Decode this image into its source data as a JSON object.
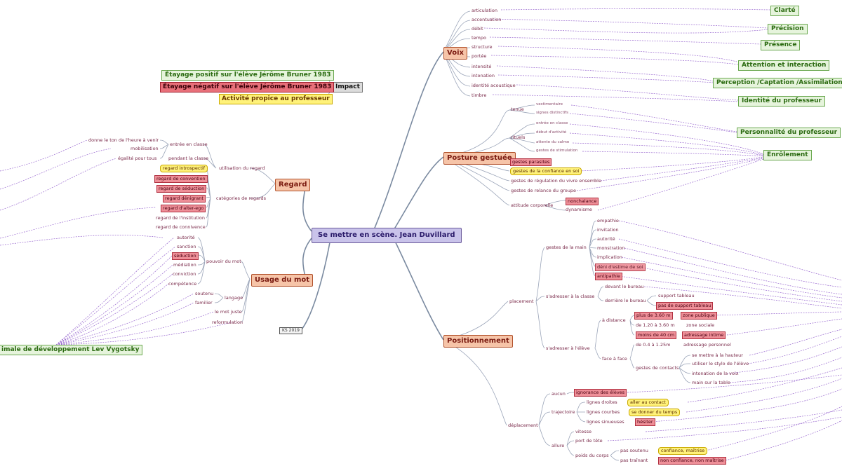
{
  "root": "Se mettre en scène. Jean Duvillard",
  "stamp": "KS 2019",
  "impact": {
    "label": "Impact",
    "items": [
      "Étayage positif sur l'élève Jérôme Bruner 1983",
      "Étayage négatif sur l'élève Jérôme Bruner 1983",
      "Activité propice au professeur"
    ]
  },
  "outcomes": [
    "Clarté",
    "Précision",
    "Présence",
    "Attention et interaction",
    "Perception /Captation /Assimilation",
    "Identité du professeur",
    "Personnalité du professeur",
    "Enrôlement",
    "imale de développement Lev Vygotsky"
  ],
  "voix": {
    "label": "Voix",
    "items": [
      "articulation",
      "accentuation",
      "débit",
      "tempo",
      "structure",
      "portée",
      "intensité",
      "intonation",
      "identité acoustique",
      "timbre"
    ]
  },
  "posture": {
    "label": "Posture gestuée",
    "tenue": "tenue",
    "tenue_items": [
      "vestimentaire",
      "signes distinctifs"
    ],
    "rituels": "rituels",
    "rituels_items": [
      "entrée en classe",
      "début d'activité",
      "attente du calme",
      "gestes de stimulation"
    ],
    "others": [
      "gestes parasites",
      "gestes de la confiance en soi",
      "gestes de régulation du vivre ensemble",
      "gestes de relance du groupe"
    ],
    "attitude": "attitude corporelle",
    "attitude_items": [
      "nonchalance",
      "dynamisme"
    ]
  },
  "regard": {
    "label": "Regard",
    "utilisation": "utilisation du regard",
    "entree": "entrée en classe",
    "entree_items": [
      "donne le ton de l'heure à venir",
      "mobilisation",
      "égalité pour tous"
    ],
    "pendant": "pendant la classe",
    "categories": "catégories de regards",
    "categories_items": [
      "regard introspectif",
      "regard de convention",
      "regard de séduction",
      "regard dénigrant",
      "regard d'alter-ego",
      "regard de l'institution",
      "regard de connivence"
    ]
  },
  "usage": {
    "label": "Usage du mot",
    "pouvoir": "pouvoir du mot",
    "pouvoir_items": [
      "autorité",
      "sanction",
      "séduction",
      "médiation",
      "conviction",
      "compétence"
    ],
    "langage": "langage",
    "langage_items": [
      "soutenu",
      "familier"
    ],
    "others": [
      "le mot juste",
      "reformulation"
    ]
  },
  "positionnement": {
    "label": "Positionnement",
    "placement": "placement",
    "gestes_main": "gestes de la main",
    "gestes_main_items": [
      "empathie",
      "invitation",
      "autorité",
      "monstration",
      "implication",
      "déni d'estime de soi",
      "antipathie"
    ],
    "classe": "s'adresser à la classe",
    "devant": "devant le bureau",
    "derriere": "derrière le bureau",
    "derriere_items": [
      "support tableau",
      "pas de support tableau"
    ],
    "eleve": "s'adresser à l'élève",
    "distance": "à distance",
    "distance_items": [
      "plus de 3.60 m",
      "de 1.20 à 3.60 m",
      "moins de 40 cm"
    ],
    "zones": [
      "zone publique",
      "zone sociale",
      "adressage intime"
    ],
    "face": "face à face",
    "face_dist": "de 0.4 à 1.25m",
    "personnel": "adressage personnel",
    "contacts": "gestes de contacts",
    "contacts_items": [
      "se mettre à la hauteur",
      "utiliser le stylo de l'élève",
      "intonation de la voix",
      "main sur la table"
    ],
    "deplacement": "déplacement",
    "aucun": "aucun",
    "ignorance": "ignorance des élèves",
    "trajectoire": "trajectoire",
    "lignes": [
      "lignes droites",
      "lignes courbes",
      "lignes sinueuses"
    ],
    "lignes_effects": [
      "aller au contact",
      "se donner du temps",
      "hésiter"
    ],
    "allure": "allure",
    "allure_items": [
      "vitesse",
      "port de tête",
      "poids du corps"
    ],
    "pas": [
      "pas soutenu",
      "pas traînant"
    ],
    "pas_effects": [
      "confiance, maîtrise",
      "non confiance, non maîtrise"
    ]
  }
}
